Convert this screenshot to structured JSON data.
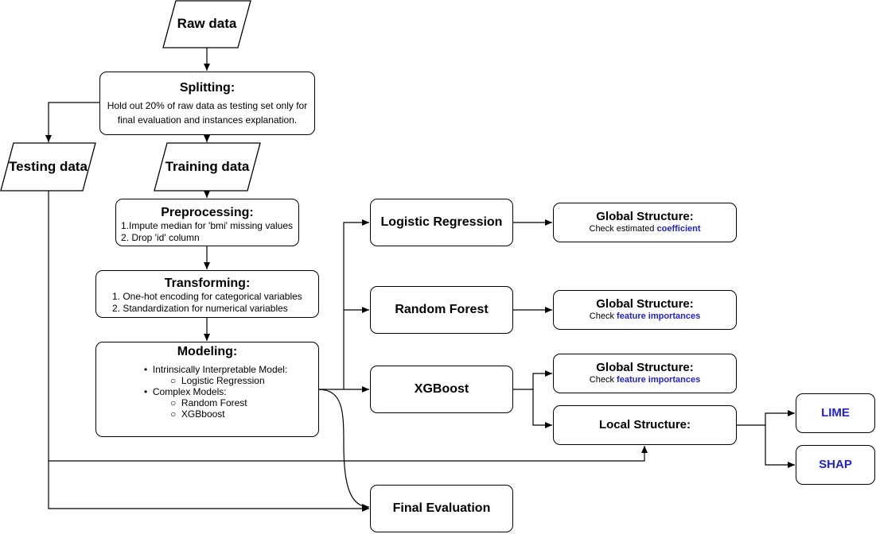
{
  "parallelograms": {
    "raw": "Raw data",
    "testing": "Testing data",
    "training": "Training data"
  },
  "splitting": {
    "title": "Splitting:",
    "line1": "Hold out 20% of  raw data as testing set only for",
    "line2": "final evaluation and instances explanation."
  },
  "preprocessing": {
    "title": "Preprocessing:",
    "line1": "1.Impute median for 'bmi' missing values",
    "line2": "2. Drop 'id' column"
  },
  "transforming": {
    "title": "Transforming:",
    "line1": "1. One-hot encoding for categorical variables",
    "line2": "2. Standardization for numerical variables"
  },
  "modeling": {
    "title": "Modeling:",
    "group1": "Intrinsically Interpretable Model:",
    "group1_item": "Logistic Regression",
    "group2": "Complex Models:",
    "group2_item1": "Random Forest",
    "group2_item2": "XGBboost"
  },
  "models": {
    "logistic": "Logistic Regression",
    "forest": "Random Forest",
    "xgb": "XGBoost"
  },
  "global1": {
    "title": "Global Structure:",
    "prefix": "Check estimated ",
    "highlight": "coefficient"
  },
  "global2": {
    "title": "Global Structure:",
    "prefix": "Check ",
    "highlight": "feature importances"
  },
  "global3": {
    "title": "Global Structure:",
    "prefix": "Check ",
    "highlight": "feature importances"
  },
  "local": {
    "title": "Local Structure:"
  },
  "explainers": {
    "lime": "LIME",
    "shap": "SHAP"
  },
  "final": {
    "title": "Final Evaluation"
  },
  "colors": {
    "highlight": "#1f22d4",
    "stroke": "#000000"
  }
}
